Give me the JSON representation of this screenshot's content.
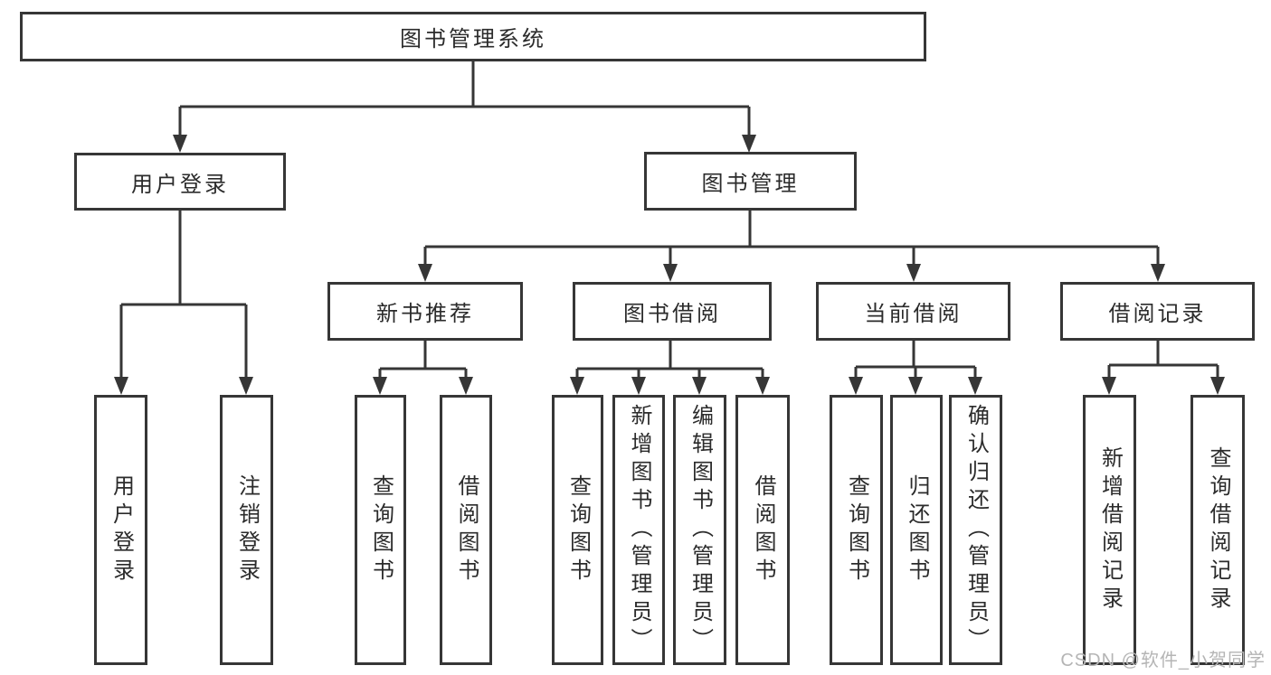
{
  "diagram": {
    "root": {
      "label": "图书管理系统"
    },
    "children": [
      {
        "label": "用户登录",
        "children": [
          {
            "label": "用户登录"
          },
          {
            "label": "注销登录"
          }
        ]
      },
      {
        "label": "图书管理",
        "children": [
          {
            "label": "新书推荐",
            "children": [
              {
                "label": "查询图书"
              },
              {
                "label": "借阅图书"
              }
            ]
          },
          {
            "label": "图书借阅",
            "children": [
              {
                "label": "查询图书"
              },
              {
                "label": "新增图书（管理员）"
              },
              {
                "label": "编辑图书（管理员）"
              },
              {
                "label": "借阅图书"
              }
            ]
          },
          {
            "label": "当前借阅",
            "children": [
              {
                "label": "查询图书"
              },
              {
                "label": "归还图书"
              },
              {
                "label": "确认归还（管理员）"
              }
            ]
          },
          {
            "label": "借阅记录",
            "children": [
              {
                "label": "新增借阅记录"
              },
              {
                "label": "查询借阅记录"
              }
            ]
          }
        ]
      }
    ]
  },
  "watermark": {
    "text": "CSDN @软件_小贺同学"
  },
  "colors": {
    "line": "#363636",
    "border": "#363636",
    "text": "#2b2b2b",
    "background": "#ffffff",
    "watermark": "#b5b5b5"
  }
}
